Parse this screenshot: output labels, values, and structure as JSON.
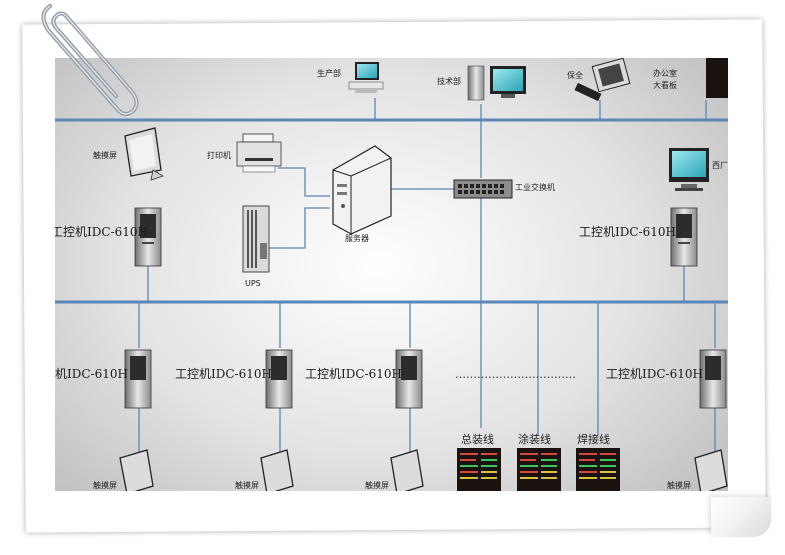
{
  "labels": {
    "production": "生产部",
    "tech": "技术部",
    "security": "保全",
    "office": "办公室",
    "office2": "大看板",
    "display_left": "触摸屏",
    "printer": "打印机",
    "server": "服务器",
    "switch": "工业交换机",
    "ups": "UPS",
    "display_right": "西厂",
    "ipc_left": "工控机IDC-610H",
    "ipc_right": "工控机IDC-610H",
    "ipc_b1": "机IDC-610H",
    "ipc_b2": "工控机IDC-610H",
    "ipc_b3": "工控机IDC-610H",
    "ipc_b4": "工控机IDC-610H",
    "ellipsis": "……………………………",
    "line1": "总装线",
    "line2": "涂装线",
    "line3": "焊接线",
    "bottom1": "触摸屏",
    "bottom2": "触摸屏",
    "bottom3": "触摸屏",
    "bottom4": "触摸屏"
  },
  "colors": {
    "bus": "#5b86b8",
    "line": "#5b86b8",
    "board_bg": "#1a1210"
  }
}
